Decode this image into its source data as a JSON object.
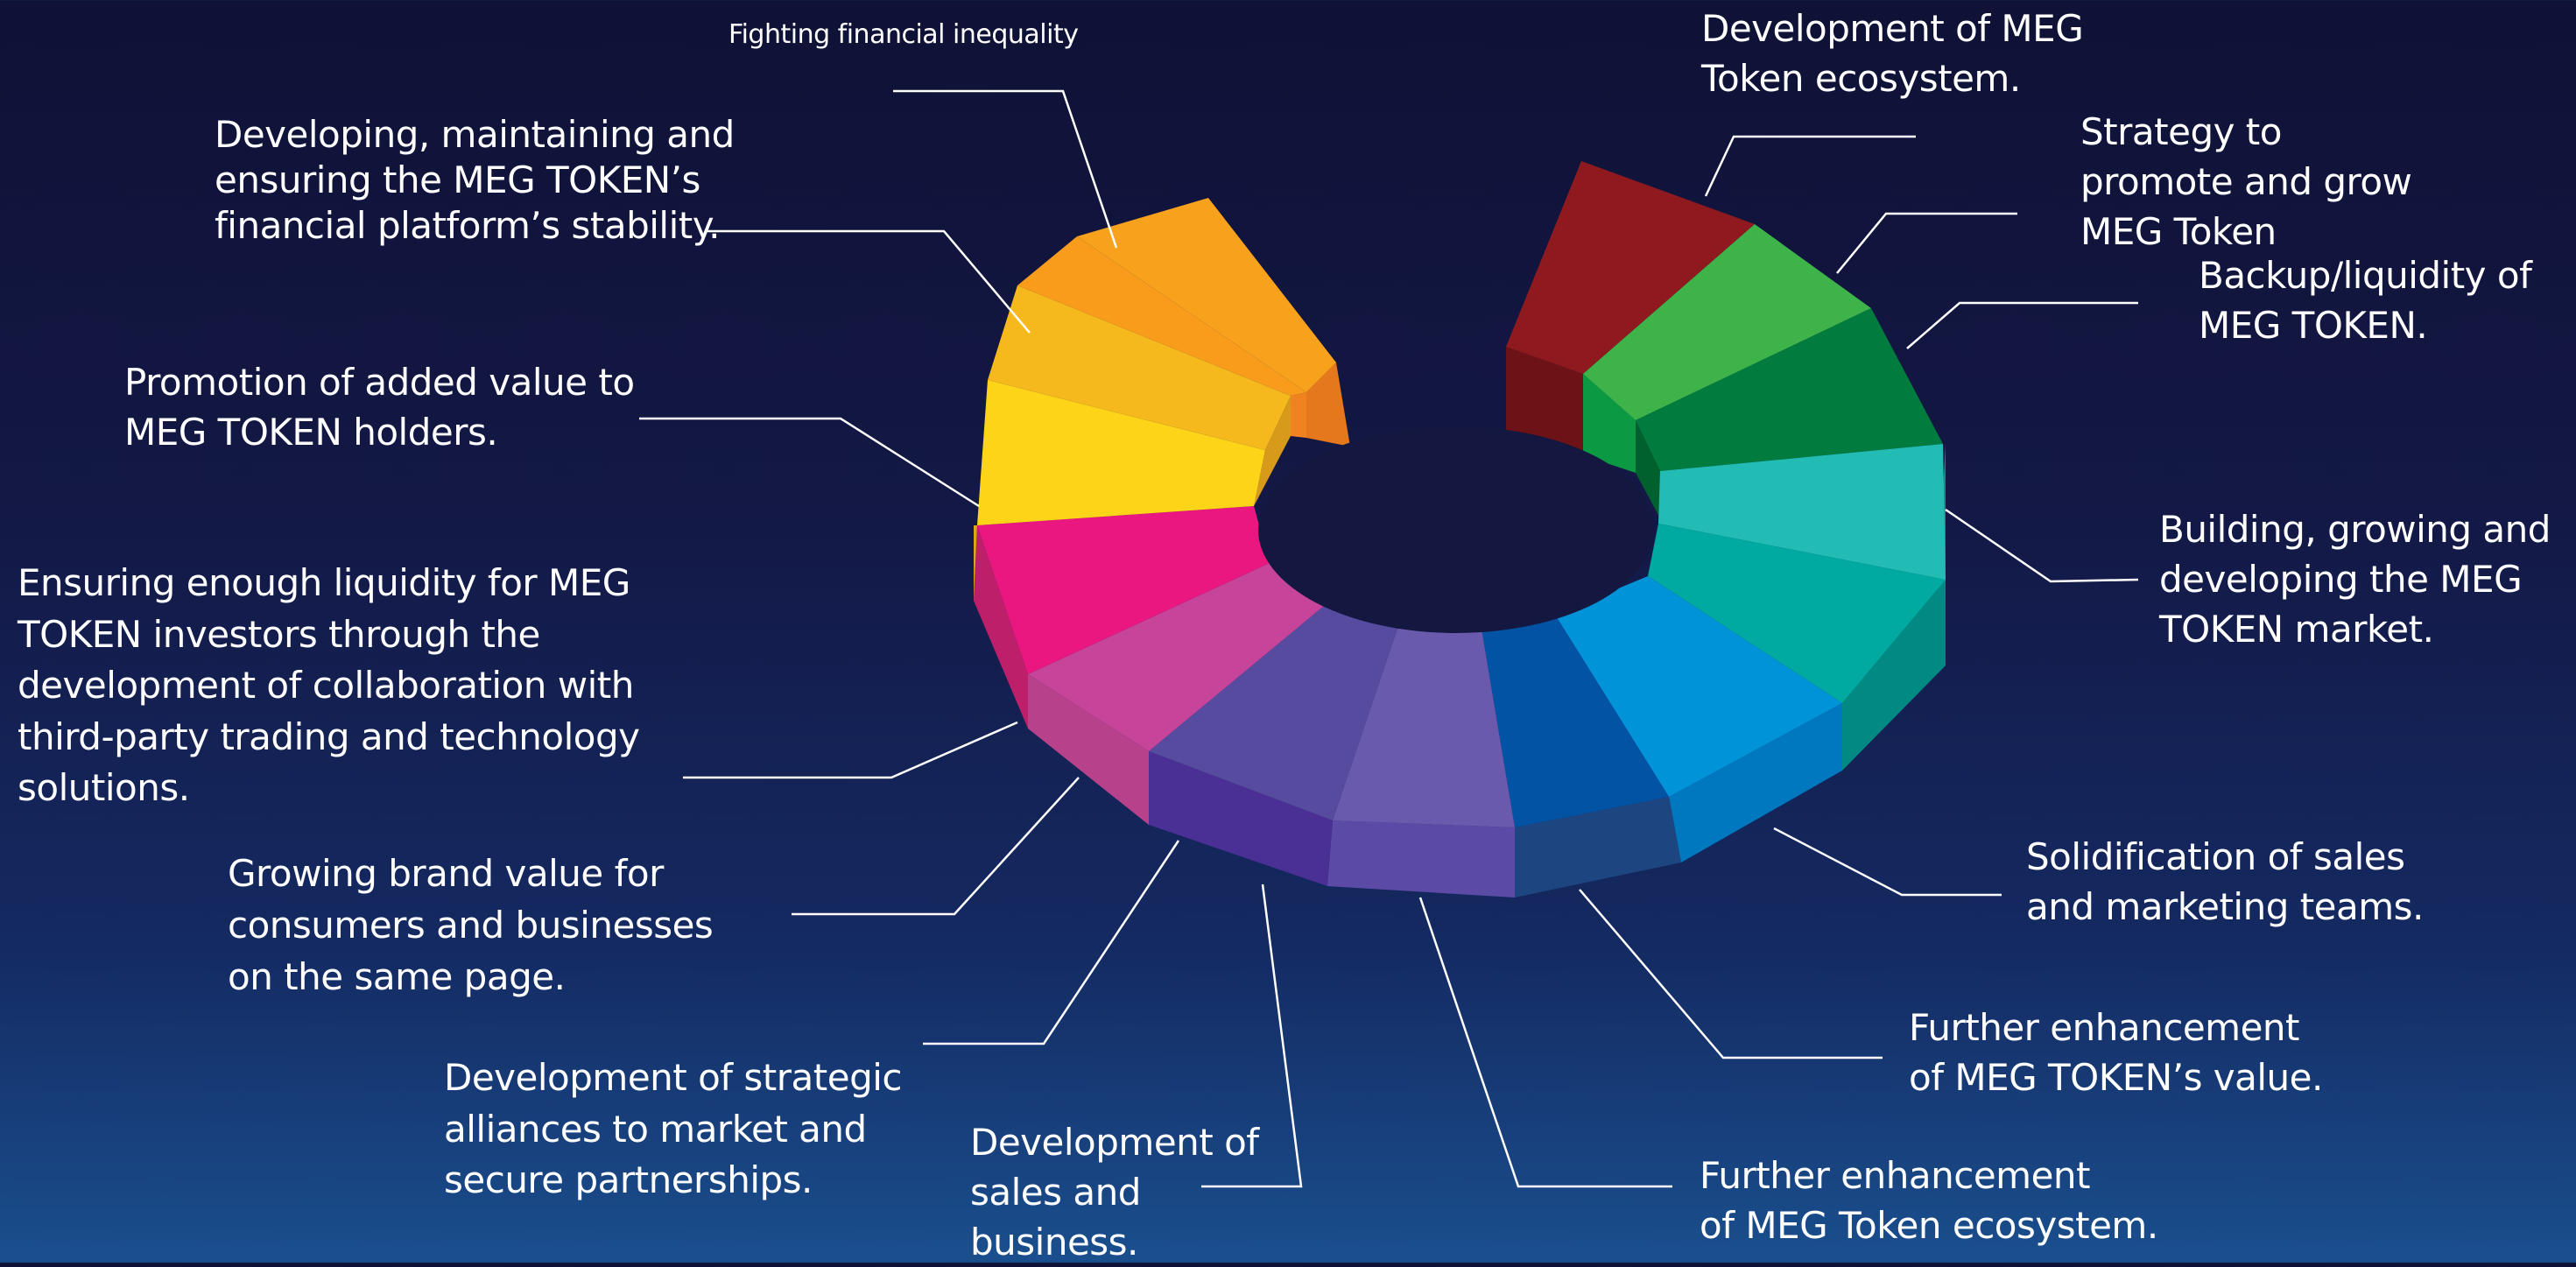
{
  "diagram": {
    "background_colors": [
      "#0f1236",
      "#142a62",
      "#1a4f8e"
    ],
    "label_color": "#ffffff",
    "leader_color": "#ffffff",
    "segments": [
      {
        "id": "dev-ecosystem",
        "label": "Development of MEG\nToken  ecosystem.",
        "color": "#8e1a20",
        "side": "#6d1216"
      },
      {
        "id": "strategy",
        "label": "Strategy to\npromote and grow\nMEG Token",
        "color": "#3db34a",
        "side": "#0b9a43"
      },
      {
        "id": "backup",
        "label": "Backup/liquidity of\nMEG TOKEN.",
        "color": "#017c3e",
        "side": "#00602e"
      },
      {
        "id": "market",
        "label": "Building, growing and\ndeveloping the MEG\nTOKEN market.",
        "color": "#22bcb4",
        "side": "#0e8f88"
      },
      {
        "id": "teal2",
        "label": "",
        "color": "#00aaa1",
        "side": "#008a83"
      },
      {
        "id": "sales-teams",
        "label": "Solidification of sales\nand marketing teams.",
        "color": "#0093d8",
        "side": "#0078c0"
      },
      {
        "id": "value",
        "label": "Further enhancement\nof MEG TOKEN’s value.",
        "color": "#0353a4",
        "side": "#1d4580"
      },
      {
        "id": "ecosystem2",
        "label": "Further enhancement\nof MEG Token  ecosystem.",
        "color": "#6a5aad",
        "side": "#5b4ba6"
      },
      {
        "id": "sales-business",
        "label": "Development of\nsales  and\nbusiness.",
        "color": "#564b9f",
        "side": "#4a2f94"
      },
      {
        "id": "alliances",
        "label": "Development of strategic\nalliances to market and\nsecure partnerships.",
        "color": "#c6449a",
        "side": "#b8418c"
      },
      {
        "id": "brand",
        "label": "Growing brand value for\nconsumers and businesses\non the same page.",
        "color": "#e9177f",
        "side": "#be1f6a"
      },
      {
        "id": "liquidity",
        "label": "Ensuring enough liquidity  for MEG\nTOKEN investors  through the\ndevelopment  of collaboration with\nthird-party trading and  technology\nsolutions.",
        "color": "#fdd418",
        "side": "#d8a915"
      },
      {
        "id": "added-value",
        "label": "Promotion of added value  to\nMEG TOKEN holders.",
        "color": "#f5b91e",
        "side": "#d89a1a"
      },
      {
        "id": "stability",
        "label": "Developing, maintaining and\nensuring the MEG TOKEN’s\nfinancial platform’s stability.",
        "color": "#f99c1c",
        "side": "#f0821f"
      },
      {
        "id": "inequality",
        "label": "Fighting financial inequality",
        "color": "#f7a11d",
        "side": "#e5781d"
      }
    ]
  }
}
